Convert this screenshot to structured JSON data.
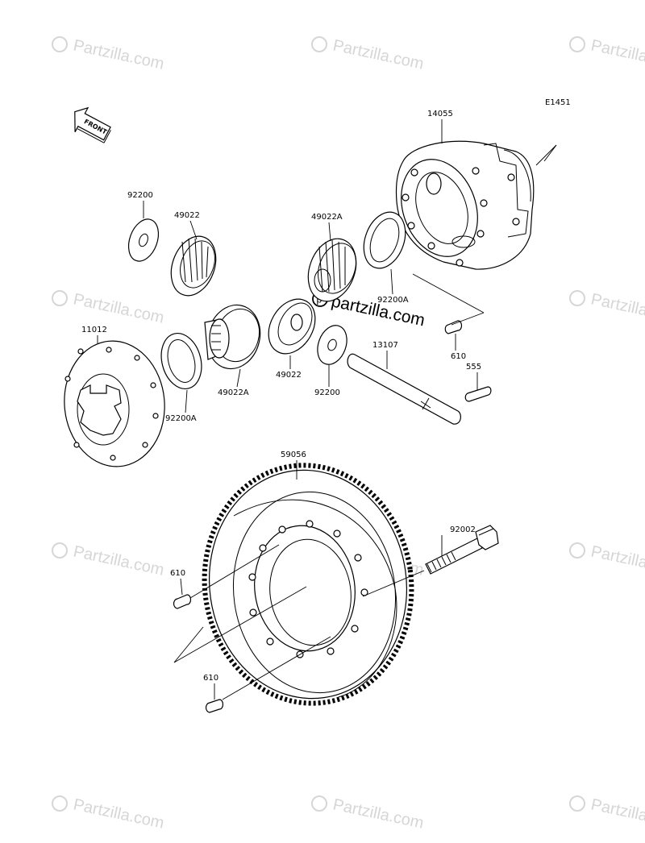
{
  "diagram": {
    "code": "E1451",
    "front_label": "FRONT",
    "watermark_text": "Partzilla.com",
    "center_watermark": "partzilla.com",
    "parts": {
      "p14055": "14055",
      "p92200_top": "92200",
      "p49022_top": "49022",
      "p49022A_top": "49022A",
      "p92200A_right": "92200A",
      "p11012": "11012",
      "p92200A_left": "92200A",
      "p49022A_bottom": "49022A",
      "p49022_bottom": "49022",
      "p92200_bottom": "92200",
      "p13107": "13107",
      "p610_right": "610",
      "p555": "555",
      "p59056": "59056",
      "p92002": "92002",
      "p610_left_top": "610",
      "p610_left_bottom": "610"
    }
  },
  "colors": {
    "line": "#000000",
    "watermark": "#d6d6d6",
    "background": "#ffffff"
  }
}
